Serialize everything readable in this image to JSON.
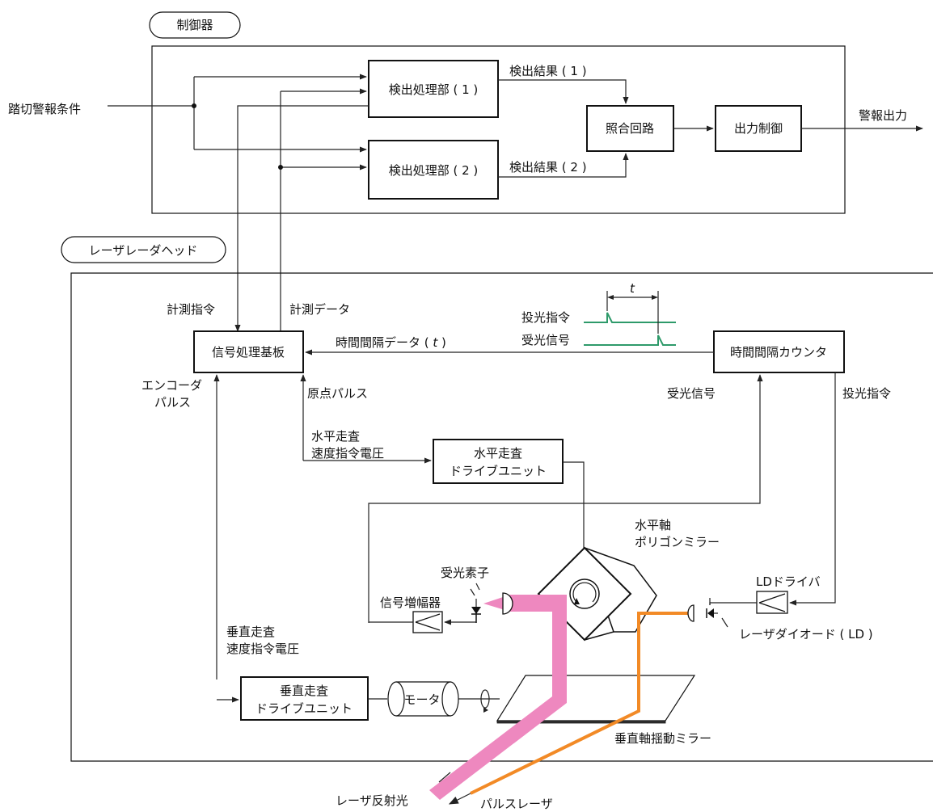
{
  "controller": {
    "title": "制御器",
    "input": "踏切警報条件",
    "detector1": "検出処理部 ( 1 )",
    "detector2": "検出処理部 ( 2 )",
    "result1": "検出結果 ( 1 )",
    "result2": "検出結果 ( 2 )",
    "matcher": "照合回路",
    "output_control": "出力制御",
    "alarm_output": "警報出力"
  },
  "head": {
    "title": "レーザレーダヘッド",
    "measure_cmd": "計測指令",
    "measure_data": "計測データ",
    "signal_board": "信号処理基板",
    "interval_data_prefix": "時間間隔データ ( ",
    "interval_data_var": "t",
    "interval_data_suffix": " )",
    "interval_counter": "時間間隔カウンタ",
    "t_symbol": "t",
    "emit_cmd_waveform": "投光指令",
    "recv_signal_waveform": "受光信号",
    "encoder_pulse_1": "エンコーダ",
    "encoder_pulse_2": "パルス",
    "origin_pulse": "原点パルス",
    "recv_signal": "受光信号",
    "emit_cmd": "投光指令",
    "h_scan_voltage_1": "水平走査",
    "h_scan_voltage_2": "速度指令電圧",
    "h_drive_1": "水平走査",
    "h_drive_2": "ドライブユニット",
    "polygon_1": "水平軸",
    "polygon_2": "ポリゴンミラー",
    "photodetector": "受光素子",
    "amplifier": "信号増幅器",
    "ld_driver": "LDドライバ",
    "laser_diode": "レーザダイオード ( LD )",
    "v_scan_voltage_1": "垂直走査",
    "v_scan_voltage_2": "速度指令電圧",
    "v_drive_1": "垂直走査",
    "v_drive_2": "ドライブユニット",
    "motor": "モータ",
    "v_mirror": "垂直軸揺動ミラー",
    "reflected_light": "レーザ反射光",
    "pulse_laser": "パルスレーザ"
  },
  "colors": {
    "reflected_beam": "#ee88bf",
    "pulse_beam": "#f28a26",
    "waveform": "#2e9a6a",
    "line": "#222222"
  }
}
